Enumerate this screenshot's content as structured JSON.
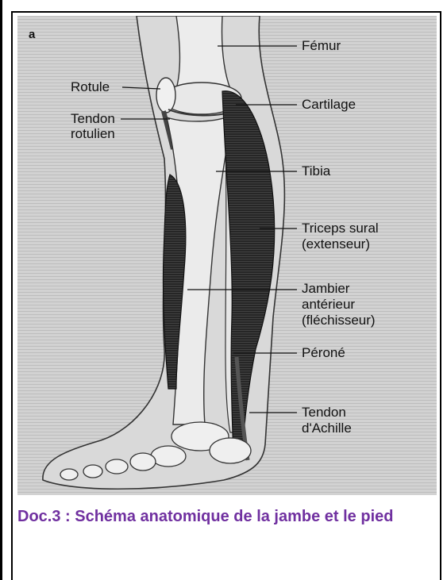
{
  "figure": {
    "corner_letter": "a",
    "labels": {
      "femur": "Fémur",
      "rotule": "Rotule",
      "tendon_rotulien_1": "Tendon",
      "tendon_rotulien_2": "rotulien",
      "cartilage": "Cartilage",
      "tibia": "Tibia",
      "triceps_1": "Triceps sural",
      "triceps_2": "(extenseur)",
      "jambier_1": "Jambier",
      "jambier_2": "antérieur",
      "jambier_3": "(fléchisseur)",
      "perone": "Péroné",
      "achille_1": "Tendon",
      "achille_2": "d'Achille"
    }
  },
  "caption": {
    "text": "Doc.3 : Schéma anatomique de la jambe et le pied",
    "color": "#7030a0"
  },
  "colors": {
    "paper": "#cfcfcf",
    "muscle": "#2a2a2a",
    "bone": "#eeeeee",
    "outline": "#222222"
  }
}
